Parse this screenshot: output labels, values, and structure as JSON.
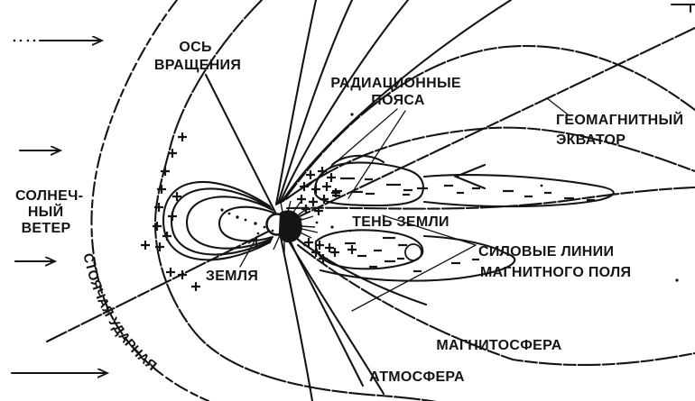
{
  "diagram": {
    "description": "Schematic of Earth's magnetosphere (Russian labels)",
    "colors": {
      "ink": "#141414",
      "background": "#ffffff"
    },
    "labels": {
      "rotation_axis": {
        "line1": "ОСЬ",
        "line2": "ВРАЩЕНИЯ"
      },
      "radiation_belts": {
        "line1": "РАДИАЦИОННЫЕ",
        "line2": "ПОЯСА"
      },
      "geomagnetic_equator": {
        "line1": "ГЕОМАГНИТНЫЙ",
        "line2": "ЭКВАТОР"
      },
      "solar_wind": {
        "line1": "СОЛНЕЧ-",
        "line2": "НЫЙ",
        "line3": "ВЕТЕР"
      },
      "earth": {
        "text": "ЗЕМЛЯ"
      },
      "earth_shadow": {
        "text": "ТЕНЬ  ЗЕМЛИ"
      },
      "field_lines": {
        "line1": "СИЛОВЫЕ  ЛИНИИ",
        "line2": "МАГНИТНОГО ПОЛЯ"
      },
      "magnetosphere": {
        "text": "МАГНИТОСФЕРА"
      },
      "atmosphere": {
        "text": "АТМОСФЕРА"
      },
      "bow_shock": {
        "text": "СТОЯЧАЯ УДАРНАЯ"
      }
    },
    "symbols": {
      "positive_particle": "+",
      "negative_particle": "–",
      "solar_wind_arrow": "→"
    }
  }
}
